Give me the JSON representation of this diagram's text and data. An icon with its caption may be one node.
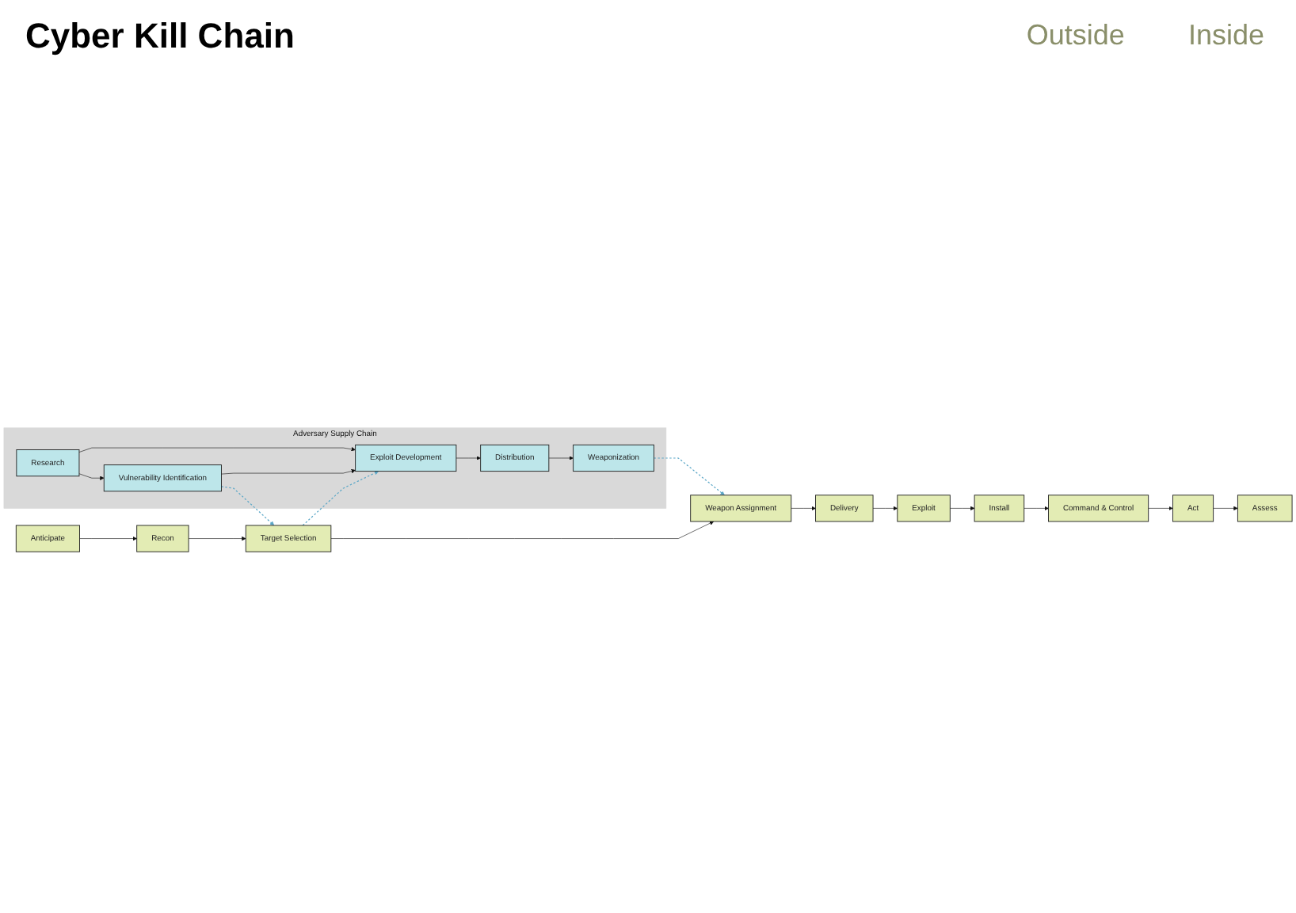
{
  "diagram": {
    "title": "Cyber Kill Chain",
    "nodes": [
      {
        "text": [
          "Assess"
        ]
      },
      {
        "text": [
          "Anticipate"
        ]
      },
      {
        "text": [
          "Recon"
        ]
      },
      {
        "text": [
          "Target Selection"
        ]
      },
      {
        "text": [
          "Weapon Assignment"
        ]
      },
      {
        "text": [
          "Exploit"
        ]
      },
      {
        "text": [
          "Command & Control"
        ]
      },
      {
        "text": [
          "Delivery"
        ]
      },
      {
        "text": [
          "Install"
        ]
      },
      {
        "text": [
          "Act"
        ]
      },
      {
        "text": [
          "Adversary Supply Chain"
        ]
      },
      {
        "text": [
          "Exploit Development"
        ],
        "in": 10
      },
      {
        "text": [
          "Research"
        ],
        "in": 10
      },
      {
        "text": [
          "Distribution"
        ],
        "in": 10
      },
      {
        "text": [
          "Weaponization"
        ],
        "in": 10
      },
      {
        "text": [
          "Vulnerability Identification"
        ],
        "in": 10
      }
    ],
    "edges": [
      {
        "from": 1,
        "to": 2,
        "arrow": "to"
      },
      {
        "from": 2,
        "to": 3,
        "arrow": "to"
      },
      {
        "from": 3,
        "to": 4,
        "arrow": "to"
      },
      {
        "from": 4,
        "to": 7,
        "arrow": "to"
      },
      {
        "from": 7,
        "to": 5,
        "arrow": "to"
      },
      {
        "from": 5,
        "to": 8,
        "arrow": "to"
      },
      {
        "from": 8,
        "to": 6,
        "arrow": "to"
      },
      {
        "from": 6,
        "to": 9,
        "arrow": "to"
      },
      {
        "from": 9,
        "to": 0,
        "arrow": "to"
      },
      {
        "from": 12,
        "to": 11,
        "arrow": "to"
      },
      {
        "from": 12,
        "to": 15,
        "arrow": "to"
      },
      {
        "from": 15,
        "to": 11,
        "arrow": "to"
      },
      {
        "from": 11,
        "to": 13,
        "arrow": "to"
      },
      {
        "from": 13,
        "to": 14,
        "arrow": "to"
      },
      {
        "from": 15,
        "to": 3,
        "arrow": "to",
        "style": "dashed",
        "color": "#5ba7c7"
      },
      {
        "from": 3,
        "to": 11,
        "arrow": "to",
        "style": "dashed",
        "color": "#5ba7c7"
      },
      {
        "from": 14,
        "to": 4,
        "arrow": "to",
        "style": "dashed",
        "color": "#5ba7c7"
      }
    ],
    "labels": [
      "Outside",
      "Inside"
    ]
  }
}
